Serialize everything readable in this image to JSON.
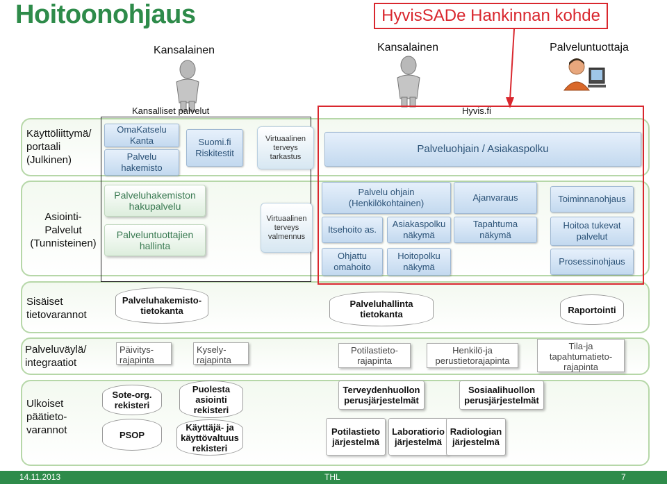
{
  "title": "Hoitoonohjaus",
  "procurement_label": "HyvisSADe Hankinnan kohde",
  "actors": {
    "citizen_1": "Kansalainen",
    "citizen_2": "Kansalainen",
    "provider": "Palveluntuottaja"
  },
  "group_captions": {
    "national": "Kansalliset palvelut",
    "hyvis": "Hyvis.fi"
  },
  "rows": {
    "ui": "Käyttöliittymä/\nportaali\n(Julkinen)",
    "asiointi": "Asiointi-\nPalvelut\n(Tunnisteinen)",
    "internal": "Sisäiset\ntietovarannot",
    "bus": "Palveluväylä/\nintegraatiot",
    "external": "Ulkoiset\npäätieto-\nvarannot"
  },
  "ui_row": {
    "omakatselu": "OmaKatselu\nKanta",
    "palveluhakemisto": "Palvelu\nhakemisto",
    "suomi": "Suomi.fi\nRiskitestit",
    "virtuaali_tarkastus": "Virtuaalinen\nterveys\ntarkastus",
    "palveluohjain": "Palveluohjain / Asiakaspolku"
  },
  "asiointi_row": {
    "hakupalvelu": "Palveluhakemiston\nhakupalvelu",
    "tuottajien_hallinta": "Palveluntuottajien\nhallinta",
    "valmennus": "Virtuaalinen\nterveys\nvalmennus",
    "palvelu_ohjain": "Palvelu ohjain\n(Henkilökohtainen)",
    "itsehoito": "Itsehoito as.",
    "asiakaspolku_nakyma": "Asiakaspolku\nnäkymä",
    "ohjattu": "Ohjattu\nomahoito",
    "hoitopolku": "Hoitopolku\nnäkymä",
    "ajanvaraus": "Ajanvaraus",
    "tapahtuma": "Tapahtuma\nnäkymä",
    "toiminnanohjaus": "Toiminnanohjaus",
    "hoitoa_tukevat": "Hoitoa tukevat\npalvelut",
    "prosessinohjaus": "Prosessinohjaus"
  },
  "internal_row": {
    "hakemisto_kanta": "Palveluhakemisto-\ntietokanta",
    "hallinta_kanta": "Palveluhallinta\ntietokanta",
    "raportointi": "Raportointi"
  },
  "bus_row": {
    "paivitys": "Päivitys-\nrajapinta",
    "kysely": "Kysely-\nrajapinta",
    "potilastieto": "Potilastieto-\nrajapinta",
    "henkilo": "Henkilö-ja\nperustietorajapinta",
    "tila": "Tila-ja\ntapahtumatieto-\nrajapinta"
  },
  "external_row": {
    "sote": "Sote-org.\nrekisteri",
    "psop": "PSOP",
    "puolesta": "Puolesta\nasiointi\nrekisteri",
    "kayttaja": "Käyttäjä- ja\nkäyttövaltuus\nrekisteri",
    "terveydenhuollon": "Terveydenhuollon\nperusjärjestelmät",
    "sosiaalihuollon": "Sosiaalihuollon\nperusjärjestelmät",
    "potilastieto_jarj": "Potilastieto\njärjestelmä",
    "laboratorio": "Laboratiorio\njärjestelmä",
    "radiologia": "Radiologian\njärjestelmä"
  },
  "footer": {
    "date": "14.11.2013",
    "org": "THL",
    "page": "7"
  },
  "colors": {
    "title_green": "#2e8b4a",
    "procurement_red": "#d9272e",
    "row_border": "#b6d7a8"
  }
}
